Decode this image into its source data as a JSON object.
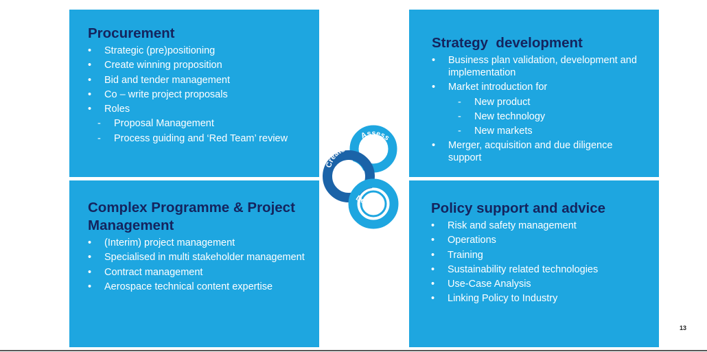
{
  "panels": {
    "procurement": {
      "title": "Procurement",
      "items": [
        "Strategic (pre)positioning",
        "Create winning proposition",
        "Bid and tender management",
        "Co – write project proposals",
        "Roles"
      ],
      "subitems": [
        "Proposal Management",
        "Process guiding and ‘Red Team’ review"
      ]
    },
    "strategy": {
      "title": "Strategy  development",
      "items": [
        "Business plan validation, development and implementation",
        "Market introduction for"
      ],
      "subitems": [
        "New product",
        "New technology",
        "New markets"
      ],
      "items_after": [
        "Merger, acquisition and due diligence support"
      ]
    },
    "programme": {
      "title": "Complex Programme & Project Management",
      "items": [
        "(Interim) project management",
        "Specialised in multi stakeholder management",
        "Contract management",
        "Aerospace technical content expertise"
      ]
    },
    "policy": {
      "title": "Policy support and advice",
      "items": [
        "Risk and safety management",
        "Operations",
        "Training",
        "Sustainability related technologies",
        "Use-Case Analysis",
        "Linking Policy to Industry"
      ]
    }
  },
  "logo": {
    "assess": "Assess",
    "create": "Create",
    "deliver": "Deliver"
  },
  "page_number": "13",
  "colors": {
    "panel": "#1ea6e0",
    "title": "#14245e",
    "logo_light": "#1ea6e0",
    "logo_dark": "#1b63a8"
  }
}
